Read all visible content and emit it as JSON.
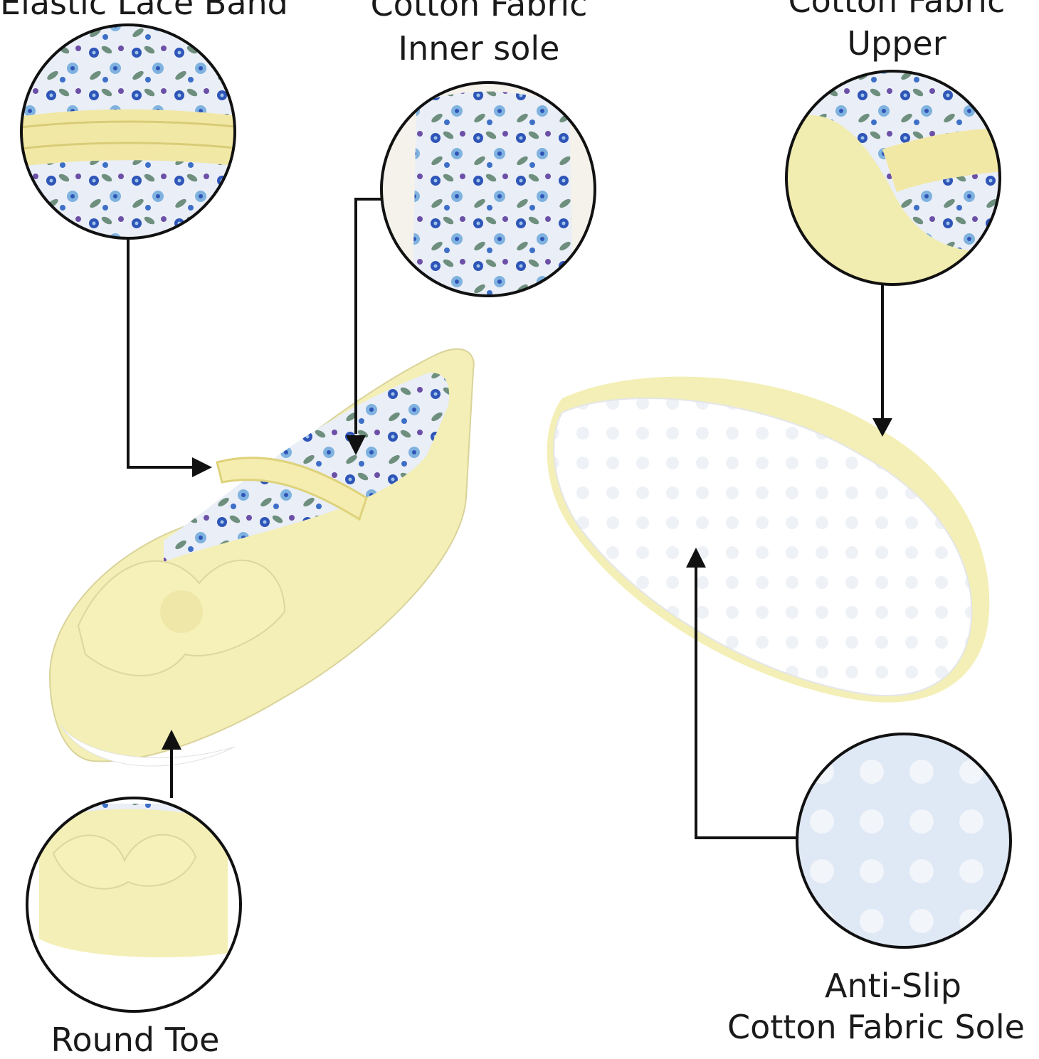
{
  "callouts": {
    "elastic_band": "Elastic Lace Band",
    "inner_sole_line1": "Cotton Fabric",
    "inner_sole_line2": "Inner sole",
    "upper_line1": "Cotton Fabric",
    "upper_line2": "Upper",
    "round_toe": "Round Toe",
    "anti_slip_line1": "Anti-Slip",
    "anti_slip_line2": "Cotton Fabric Sole"
  },
  "colors": {
    "shoe_yellow": "#f3efb6",
    "floral_base": "#e9eef7",
    "floral_blue": "#2f55b8",
    "sole_white": "#ffffff",
    "line": "#111111"
  }
}
